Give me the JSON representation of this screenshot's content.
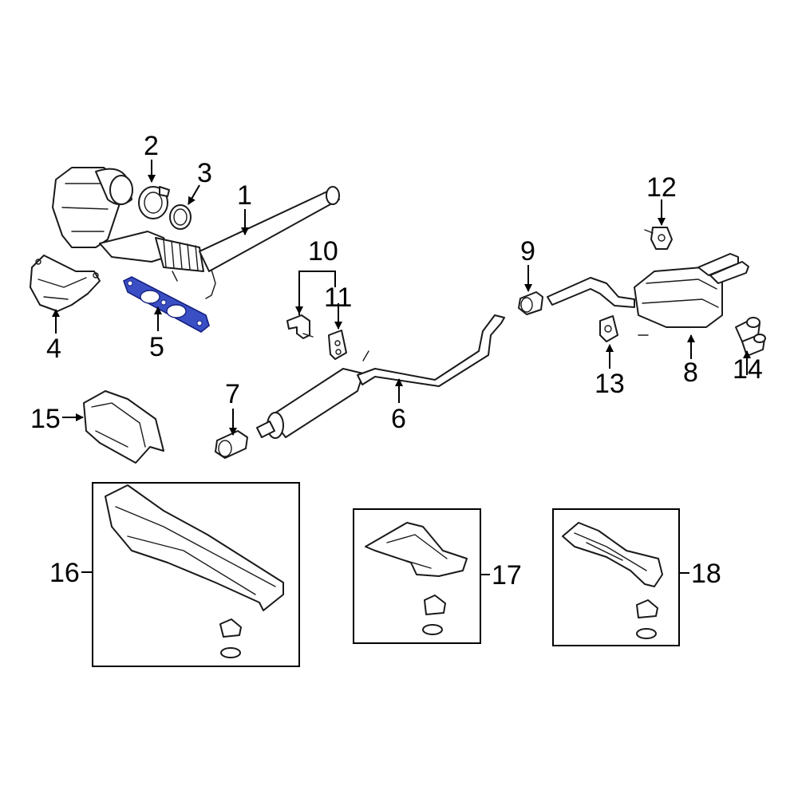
{
  "diagram": {
    "highlight_color": "#3a4fc4",
    "line_color": "#1a1a1a",
    "callouts": [
      "1",
      "2",
      "3",
      "4",
      "5",
      "6",
      "7",
      "8",
      "9",
      "10",
      "11",
      "12",
      "13",
      "14",
      "15",
      "16",
      "17",
      "18"
    ],
    "highlighted_part": "5"
  }
}
